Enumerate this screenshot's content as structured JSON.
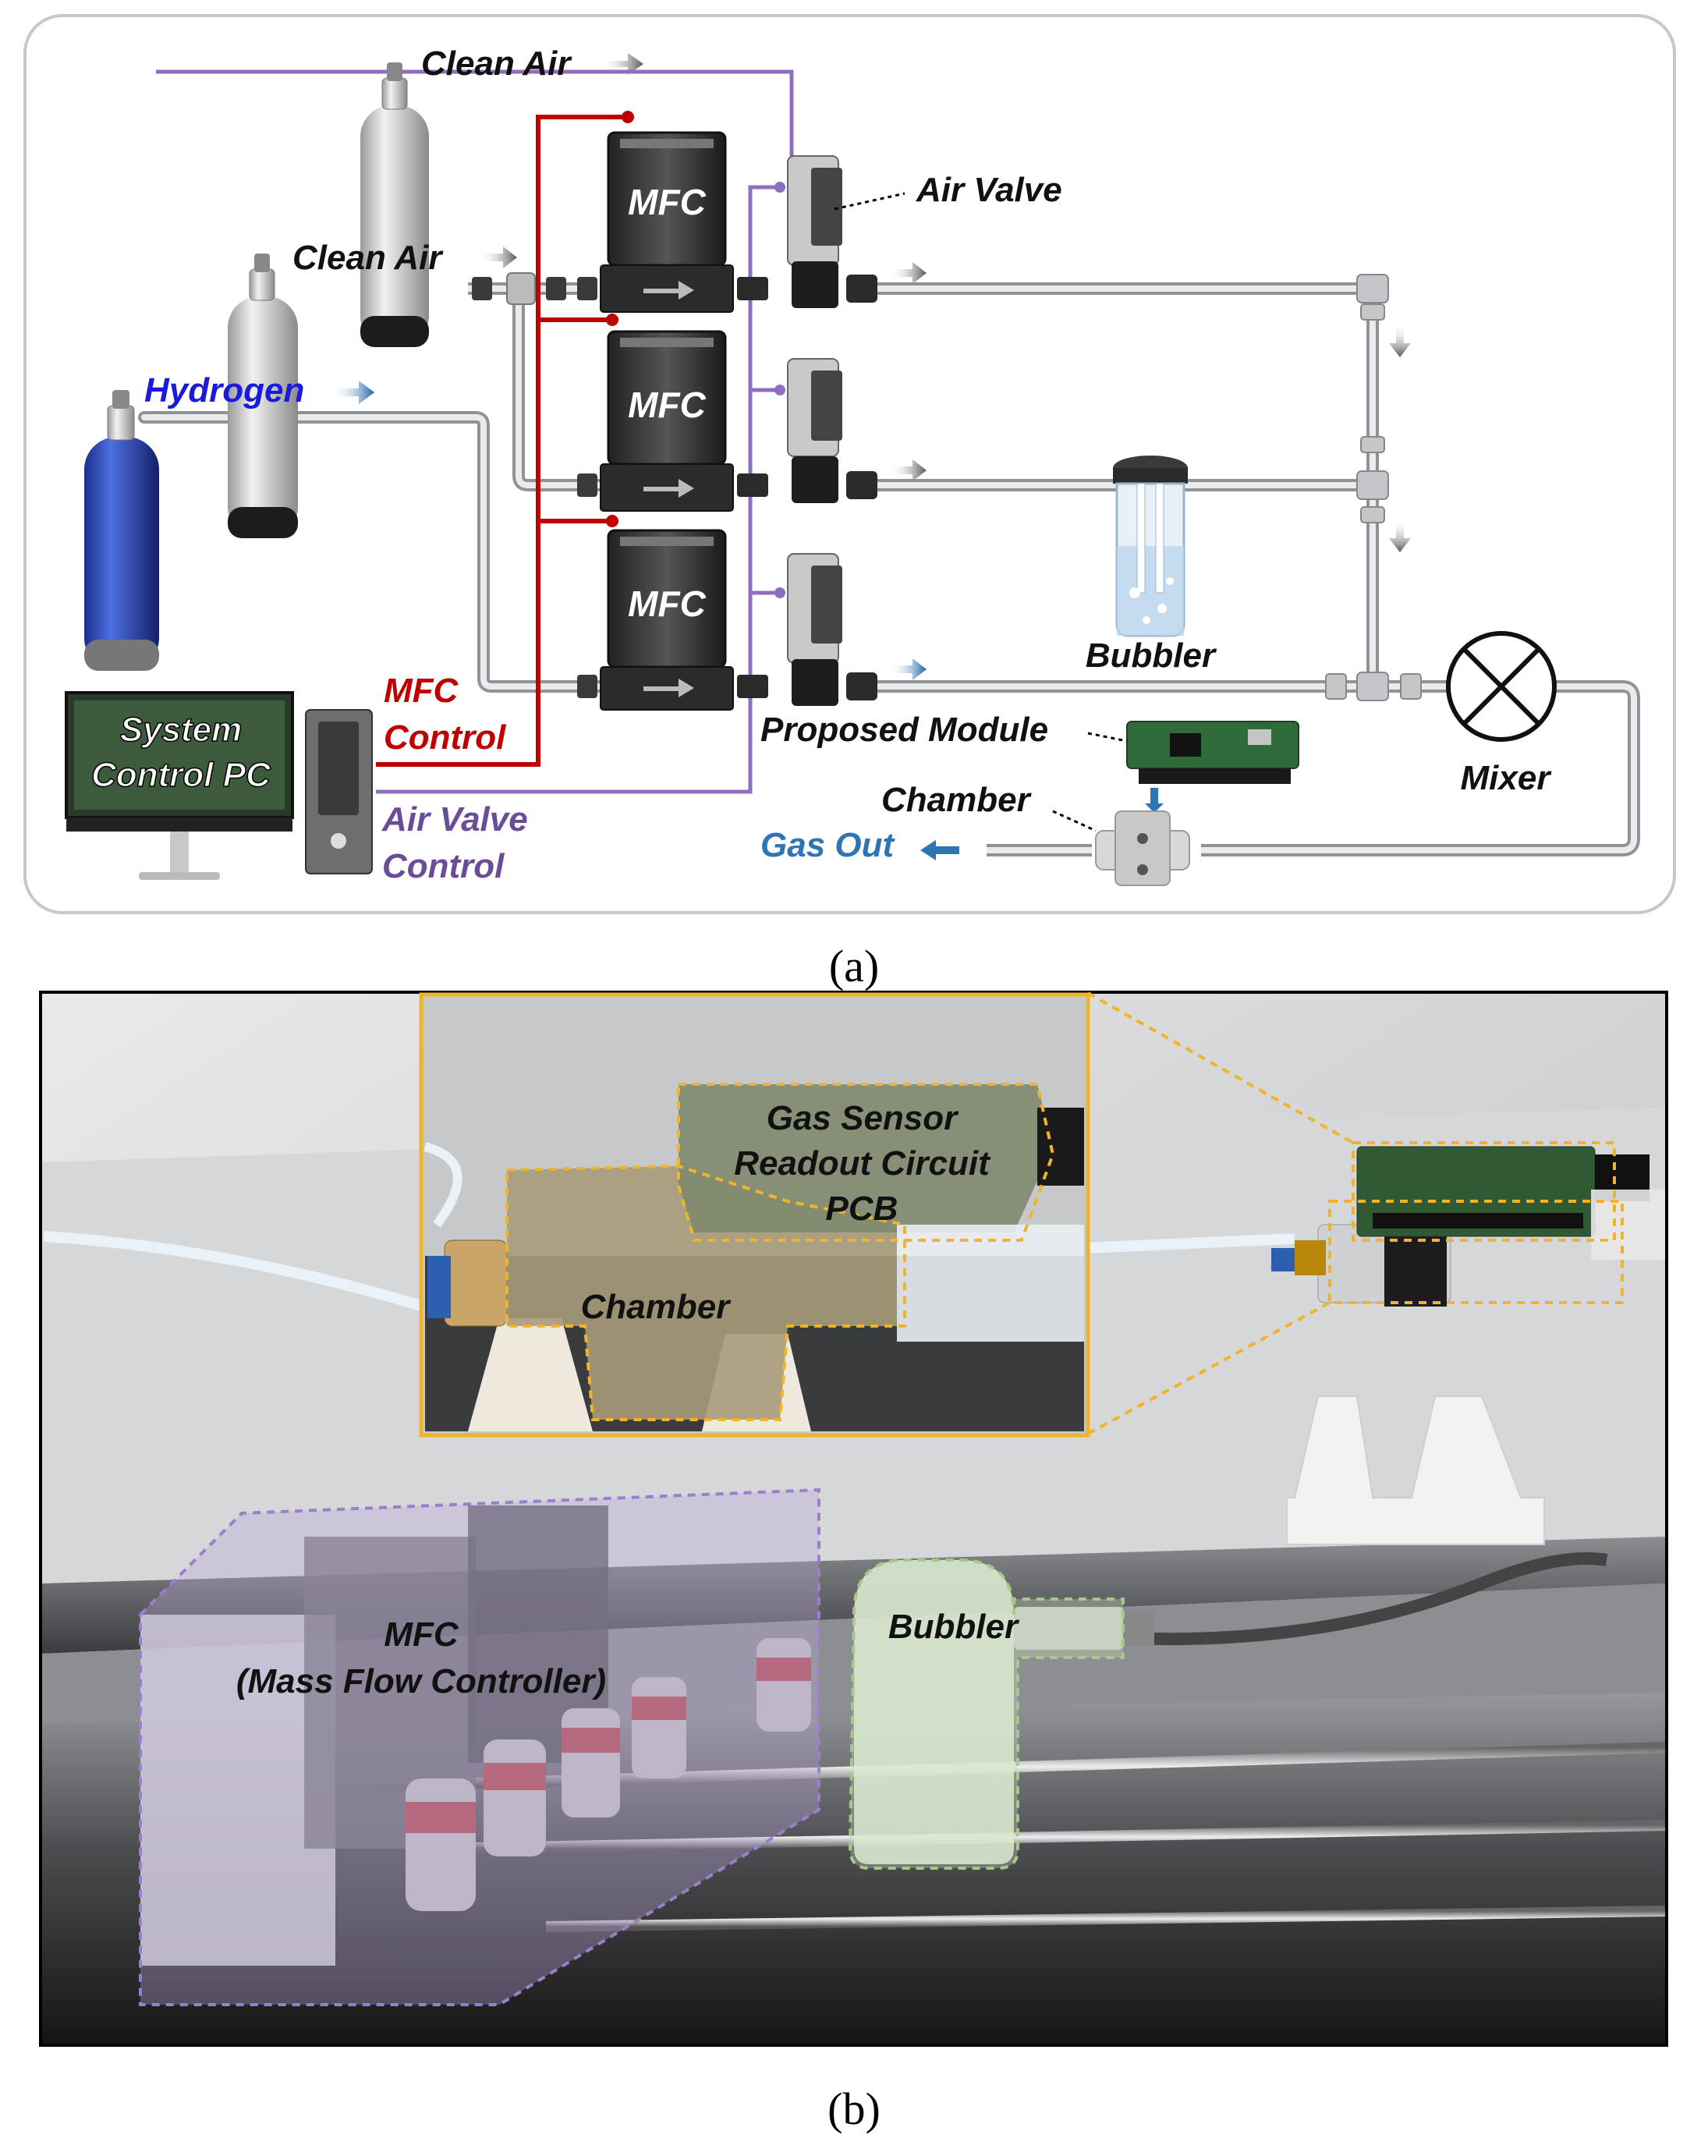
{
  "panel_a": {
    "caption": "(a)",
    "labels": {
      "clean_air_top": "Clean Air",
      "clean_air_mid": "Clean Air",
      "hydrogen": "Hydrogen",
      "air_valve": "Air Valve",
      "mfc_1": "MFC",
      "mfc_2": "MFC",
      "mfc_3": "MFC",
      "bubbler": "Bubbler",
      "mixer": "Mixer",
      "mfc_control_l1": "MFC",
      "mfc_control_l2": "Control",
      "air_valve_control_l1": "Air Valve",
      "air_valve_control_l2": "Control",
      "system_pc_l1": "System",
      "system_pc_l2": "Control PC",
      "proposed_module": "Proposed Module",
      "chamber": "Chamber",
      "gas_out": "Gas Out"
    },
    "colors": {
      "hydrogen_text": "#1a1adc",
      "mfc_control": "#c00000",
      "air_valve_control": "#7b5aa6",
      "gas_out_text": "#2e75b6",
      "pipe": "#b9bcc0"
    }
  },
  "panel_b": {
    "caption": "(b)",
    "labels": {
      "gas_sensor_l1": "Gas Sensor",
      "gas_sensor_l2": "Readout Circuit",
      "gas_sensor_l3": "PCB",
      "chamber": "Chamber",
      "mfc_l1": "MFC",
      "mfc_l2": "(Mass Flow Controller)",
      "bubbler": "Bubbler"
    },
    "colors": {
      "callout": "#f0b429",
      "mfc_region": "#9b7fc9",
      "bubbler_region": "#a8c88a"
    }
  }
}
